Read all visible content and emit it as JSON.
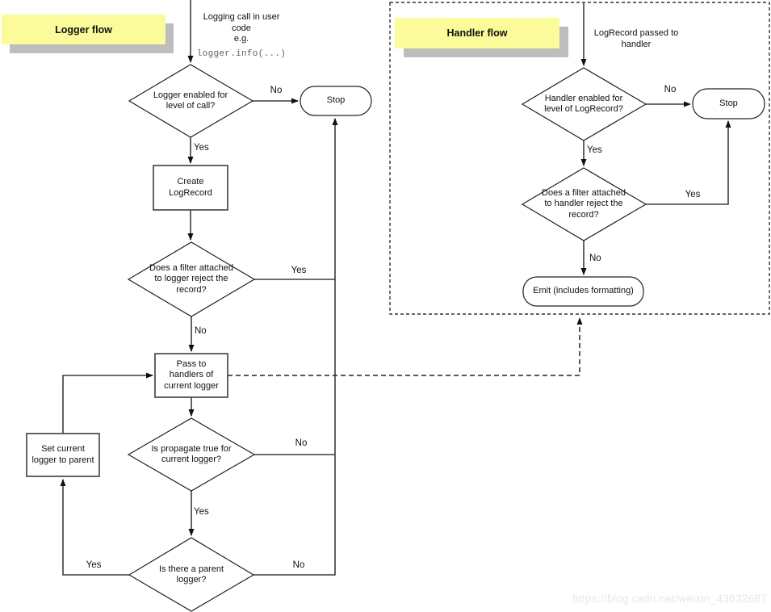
{
  "colors": {
    "note_bg": "#FBFB9B",
    "note_shadow": "#BDBDBD",
    "line": "#3d3d3d",
    "shape_stroke": "#222222",
    "code_text": "#5f5f5f",
    "watermark_text": "#e7e7e7"
  },
  "watermark": "https://blog.csdn.net/weixin_43632687",
  "logger_flow": {
    "title": "Logger flow",
    "start": {
      "text": "Logging call in user\ncode\ne.g.",
      "code": "logger.info(...)"
    },
    "nodes": {
      "level_check": "Logger enabled for\nlevel of call?",
      "stop": "Stop",
      "create_logrecord": "Create\nLogRecord",
      "filter_check": "Does a filter attached\nto logger reject the\nrecord?",
      "pass_to_handlers": "Pass to\nhandlers of\ncurrent logger",
      "propagate_check": "Is propagate true for\ncurrent logger?",
      "set_current_to_parent": "Set current\nlogger to parent",
      "parent_check": "Is there a parent\nlogger?"
    },
    "labels": {
      "level_no": "No",
      "level_yes": "Yes",
      "filter_yes": "Yes",
      "filter_no": "No",
      "propagate_no": "No",
      "propagate_yes": "Yes",
      "parent_yes": "Yes",
      "parent_no": "No"
    }
  },
  "handler_flow": {
    "title": "Handler flow",
    "start": {
      "text": "LogRecord passed to\nhandler"
    },
    "nodes": {
      "level_check": "Handler enabled for\nlevel of LogRecord?",
      "stop": "Stop",
      "filter_check": "Does a filter attached\nto handler reject the\nrecord?",
      "emit": "Emit (includes formatting)"
    },
    "labels": {
      "level_no": "No",
      "level_yes": "Yes",
      "filter_yes": "Yes",
      "filter_no": "No"
    }
  }
}
